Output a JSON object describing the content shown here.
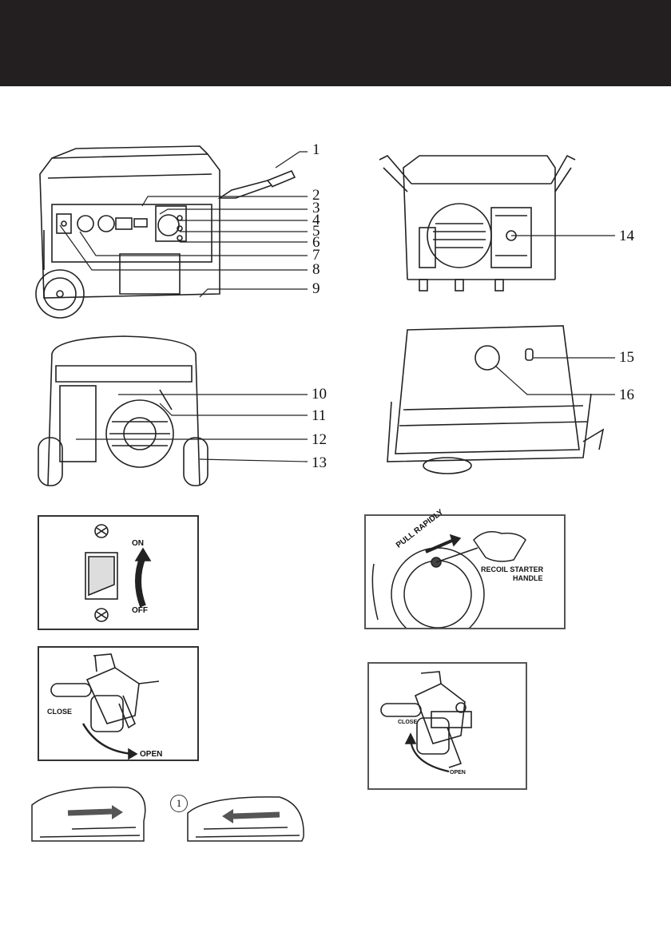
{
  "callouts": [
    "1",
    "2",
    "3",
    "4",
    "5",
    "6",
    "7",
    "8",
    "9",
    "10",
    "11",
    "12",
    "13",
    "14",
    "15",
    "16"
  ],
  "switch_figure": {
    "on_label": "ON",
    "off_label": "OFF"
  },
  "recoil_figure": {
    "pull_label": "PULL RAPIDLY",
    "handle_label_line1": "RECOIL STARTER",
    "handle_label_line2": "HANDLE"
  },
  "fuel_valve_figure_1": {
    "close_label": "CLOSE",
    "open_label": "OPEN"
  },
  "fuel_valve_figure_2": {
    "close_label": "CLOSE",
    "open_label": "OPEN"
  },
  "choke_figure": {
    "step_marker": "1"
  },
  "colors": {
    "header_bar": "#231f20",
    "line": "#222222"
  }
}
